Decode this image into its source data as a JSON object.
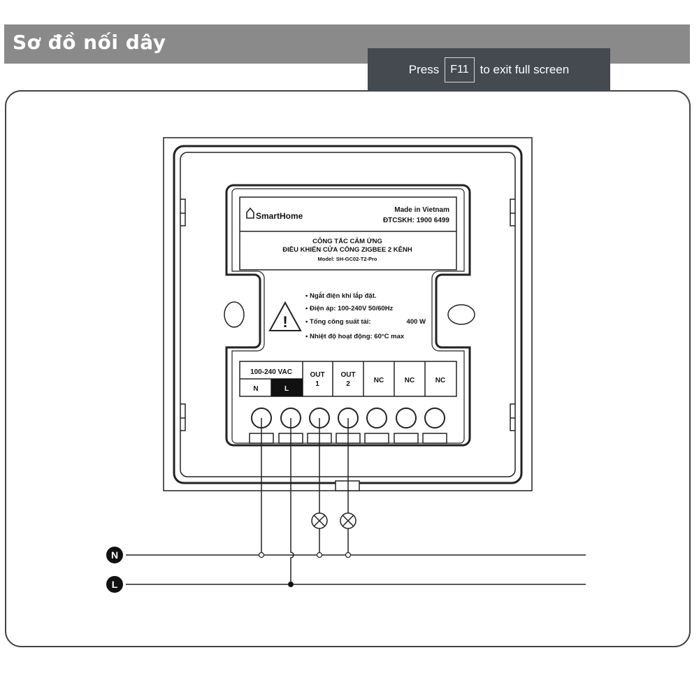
{
  "header": {
    "title": "Sơ đồ nối dây"
  },
  "toast": {
    "prefix": "Press",
    "key": "F11",
    "suffix": "to exit full screen"
  },
  "label": {
    "brand": "SmartHome",
    "made_in": "Made in Vietnam",
    "hotline": "ĐTCSKH: 1900 6499",
    "product_line1": "CÔNG TẮC CẢM ỨNG",
    "product_line2": "ĐIỀU KHIỂN CỬA CỔNG ZIGBEE 2 KÊNH",
    "model": "Model: SH-GC02-T2-Pro",
    "warnings": [
      "• Ngắt điện khi lắp đặt.",
      "• Điện áp:  100-240V 50/60Hz",
      "• Tổng công suất tải:",
      "• Nhiệt độ hoạt động: 60°C max"
    ],
    "load_value": "400 W"
  },
  "terminals": {
    "power_label": "100-240 VAC",
    "n": "N",
    "l": "L",
    "out1_top": "OUT",
    "out1_bottom": "1",
    "out2_top": "OUT",
    "out2_bottom": "2",
    "nc1": "NC",
    "nc2": "NC",
    "nc3": "NC"
  },
  "wires": {
    "neutral": "N",
    "line": "L"
  }
}
